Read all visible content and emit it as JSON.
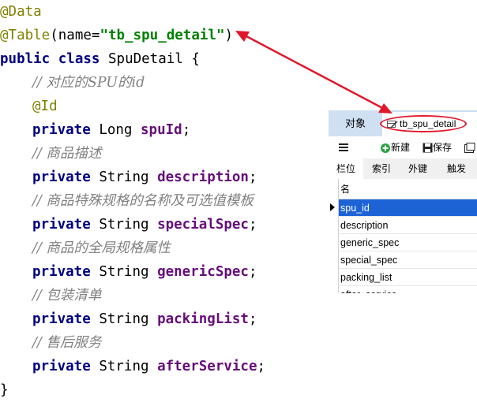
{
  "code": {
    "line1": {
      "ann": "@Data"
    },
    "line2": {
      "ann": "@Table",
      "open": "(name=",
      "str": "\"tb_spu_detail\"",
      "close": ")"
    },
    "line3": {
      "kw1": "public",
      "kw2": "class",
      "name": "SpuDetail",
      "brace": " {"
    },
    "line4": {
      "comment": "// 对应的SPU的id"
    },
    "line5": {
      "ann": "@Id"
    },
    "line6": {
      "kw": "private",
      "type": "Long",
      "field": "spuId",
      "end": ";"
    },
    "line7": {
      "comment": "// 商品描述"
    },
    "line8": {
      "kw": "private",
      "type": "String",
      "field": "description",
      "end": ";"
    },
    "line9": {
      "comment": "// 商品特殊规格的名称及可选值模板"
    },
    "line10": {
      "kw": "private",
      "type": "String",
      "field": "specialSpec",
      "end": ";"
    },
    "line11": {
      "comment": "// 商品的全局规格属性"
    },
    "line12": {
      "kw": "private",
      "type": "String",
      "field": "genericSpec",
      "end": ";"
    },
    "line13": {
      "comment": "// 包装清单"
    },
    "line14": {
      "kw": "private",
      "type": "String",
      "field": "packingList",
      "end": ";"
    },
    "line15": {
      "comment": "// 售后服务"
    },
    "line16": {
      "kw": "private",
      "type": "String",
      "field": "afterService",
      "end": ";"
    },
    "line17": {
      "brace": "}"
    }
  },
  "panel": {
    "tab_objects": "对象",
    "tab_table": "tb_spu_detail",
    "toolbar": {
      "new": "新建",
      "save": "保存"
    },
    "subtabs": [
      "栏位",
      "索引",
      "外键",
      "触发"
    ],
    "column_header": "名",
    "rows": [
      "spu_id",
      "description",
      "generic_spec",
      "special_spec",
      "packing_list",
      "after_service"
    ],
    "selected_row": "spu_id"
  },
  "colors": {
    "annotation": "#808000",
    "keyword": "#000080",
    "field": "#660e7a",
    "string": "#008000",
    "comment": "#808080",
    "highlight": "#e0182b",
    "selection": "#1e63d6"
  }
}
